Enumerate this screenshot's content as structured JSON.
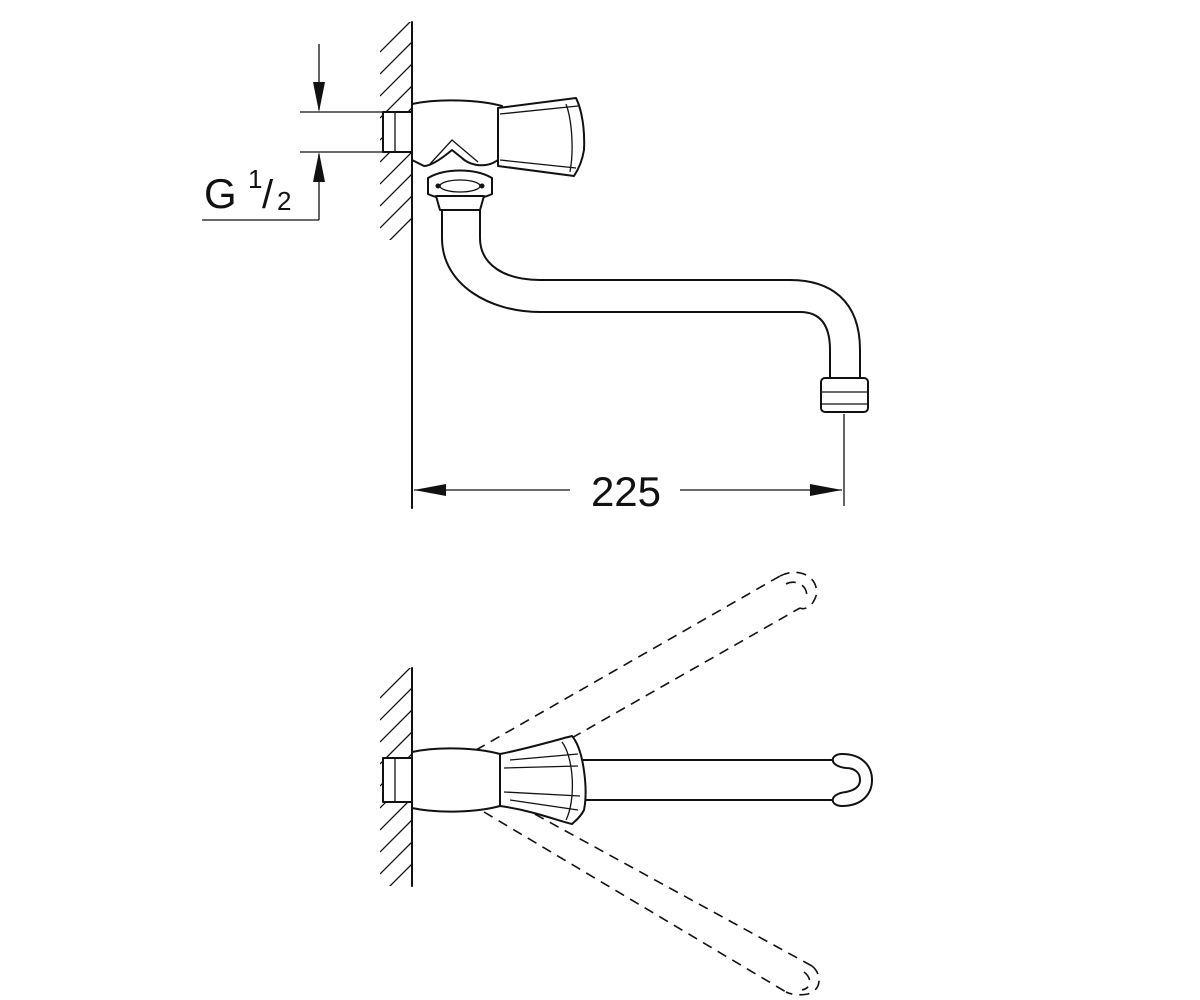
{
  "labels": {
    "thread_letter": "G",
    "thread_numerator": "1",
    "thread_slash": "/",
    "thread_denominator": "2",
    "projection": "225"
  },
  "colors": {
    "ink": "#111111",
    "paper": "#ffffff"
  }
}
